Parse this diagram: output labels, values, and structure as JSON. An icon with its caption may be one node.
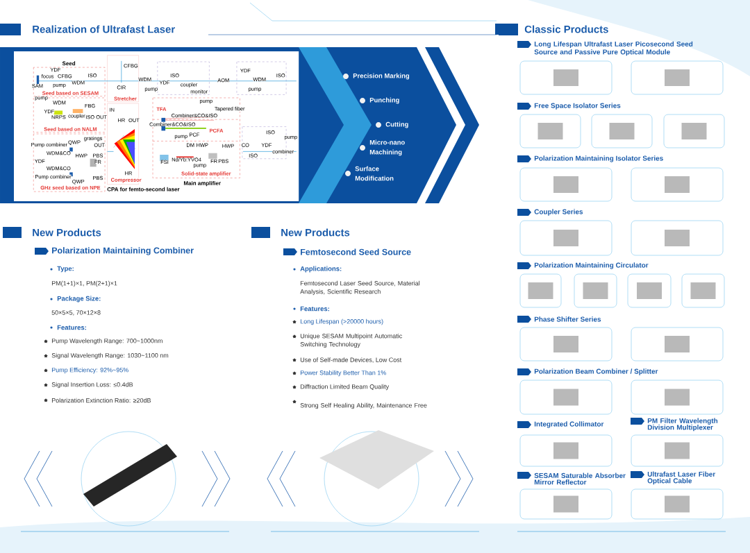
{
  "diagram": {
    "title": "Realization of Ultrafast Laser",
    "labels": [
      "Classic Products",
      "Seed",
      "YDF",
      "focus",
      "CFBG",
      "WDM",
      "ISO",
      "SAM",
      "pump",
      "Seed based on SESAM",
      "CFBG",
      "CIR",
      "Stretcher",
      "WDM",
      "pump",
      "YDF",
      "ISO",
      "coupler",
      "monitor",
      "AOM",
      "YDF",
      "WDM",
      "ISO",
      "pump",
      "pump",
      "WDM",
      "YDF",
      "FBG",
      "NRPS",
      "coupler",
      "ISO OUT",
      "Seed based on NALM",
      "IN",
      "HR",
      "OUT",
      "TFA",
      "pump",
      "Tapered fiber",
      "Combiner&CO&ISO",
      "Combiner&CO&ISO",
      "PCFA",
      "PCF",
      "pump",
      "Pump combiner",
      "QWP",
      "gratings",
      "OUT",
      "WDM&CO",
      "HWP",
      "PBS",
      "YDF",
      "FR",
      "WDM&CO",
      "Pump combiner",
      "PBS",
      "QWP",
      "GHz seed based on NPE",
      "HR",
      "Compressor",
      "CPA for femto-second laser",
      "DM",
      "HWP",
      "HWP",
      "FSI",
      "Nd/Yb:YVO4",
      "FR",
      "PBS",
      "pump",
      "Solid-state amplifier",
      "Main amplifier",
      "CO",
      "ISO",
      "YDF",
      "ISO",
      "pump",
      "combiner",
      "Precision Marking",
      "Punching",
      "Cutting",
      "Micro-nano Machining",
      "Surface Modification",
      "New Products",
      "Polarization Maintaining Combiner",
      "Type:",
      "PM(1+1)×1, PM(2+1)×1",
      "Package Size:",
      "50×5×5, 70×12×8",
      "Features:",
      "Pump Wavelength Range: 700~1000nm",
      "Signal Wavelength Range: 1030~1100 nm",
      "Pump Efficiency: 92%~95%",
      "Signal Insertion Loss: ≤0.4dB",
      "Polarization Extinction Ratio: ≥20dB",
      "New Products",
      "Femtosecond Seed Source",
      "Applications:",
      "Femtosecond Laser Seed Source, Material Analysis, Scientific Research",
      "Features:",
      "Long Lifespan (>20000 hours)",
      "Unique SESAM Multipoint Automatic Switching Technology",
      "Use of Self-made Devices, Low Cost",
      "Power Stability Better Than 1%",
      "Diffraction Limited Beam Quality",
      "Strong Self Healing Ability, Maintenance Free",
      "Long Lifespan Ultrafast Laser Picosecond Seed Source and Passive Pure Optical Module",
      "Free Space Isolator Series",
      "Polarization Maintaining Isolator Series",
      "Coupler Series",
      "Polarization Maintaining Circulator",
      "Phase Shifter Series",
      "Polarization Beam Combiner / Splitter",
      "Integrated Collimator",
      "PM Filter Wavelength Division Multiplexer",
      "SESAM Saturable Absorber Mirror Reflector",
      "Ultrafast Laser Fiber Optical Cable"
    ]
  }
}
